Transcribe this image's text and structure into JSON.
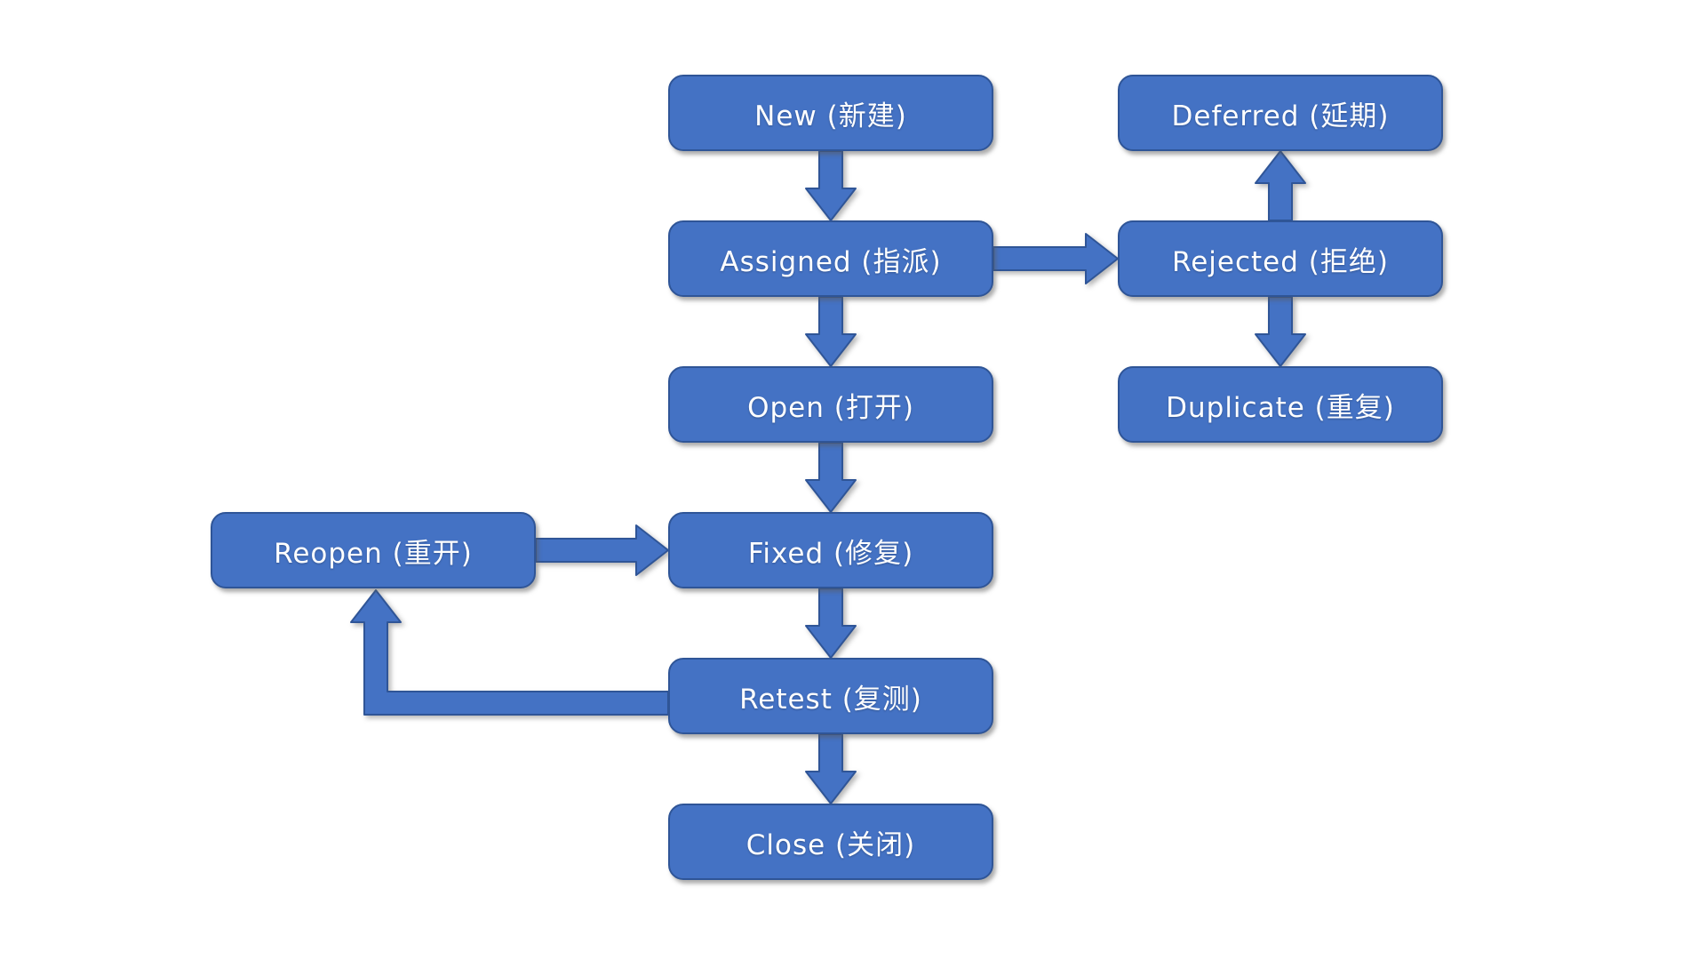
{
  "diagram": {
    "type": "flowchart",
    "description": "Bug / defect lifecycle state diagram",
    "colors": {
      "node_fill": "#4472c4",
      "node_border": "#2f5597",
      "node_text": "#ffffff",
      "background": "#ffffff"
    },
    "nodes": [
      {
        "id": "new",
        "label": "New (新建)"
      },
      {
        "id": "deferred",
        "label": "Deferred (延期)"
      },
      {
        "id": "assigned",
        "label": "Assigned (指派)"
      },
      {
        "id": "rejected",
        "label": "Rejected (拒绝)"
      },
      {
        "id": "open",
        "label": "Open (打开)"
      },
      {
        "id": "duplicate",
        "label": "Duplicate (重复)"
      },
      {
        "id": "reopen",
        "label": "Reopen (重开)"
      },
      {
        "id": "fixed",
        "label": "Fixed (修复)"
      },
      {
        "id": "retest",
        "label": "Retest (复测)"
      },
      {
        "id": "close",
        "label": "Close (关闭)"
      }
    ],
    "edges": [
      {
        "from": "new",
        "to": "assigned",
        "direction": "down"
      },
      {
        "from": "assigned",
        "to": "rejected",
        "direction": "right"
      },
      {
        "from": "rejected",
        "to": "deferred",
        "direction": "up"
      },
      {
        "from": "rejected",
        "to": "duplicate",
        "direction": "down"
      },
      {
        "from": "assigned",
        "to": "open",
        "direction": "down"
      },
      {
        "from": "open",
        "to": "fixed",
        "direction": "down"
      },
      {
        "from": "reopen",
        "to": "fixed",
        "direction": "right"
      },
      {
        "from": "fixed",
        "to": "retest",
        "direction": "down"
      },
      {
        "from": "retest",
        "to": "reopen",
        "direction": "left-then-up"
      },
      {
        "from": "retest",
        "to": "close",
        "direction": "down"
      }
    ]
  }
}
